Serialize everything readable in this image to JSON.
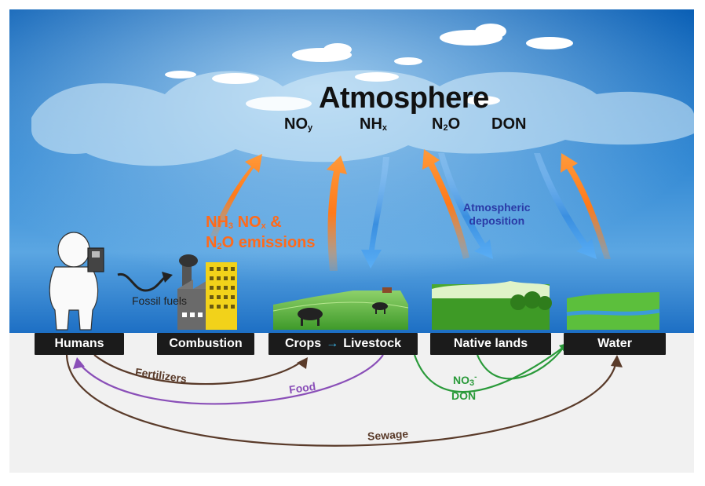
{
  "atmosphere": {
    "title": "Atmosphere",
    "species": [
      "NOy",
      "NHx",
      "N2O",
      "DON"
    ]
  },
  "emissions_label": {
    "line1": "NH3 NOx &",
    "line2": "N2O emissions"
  },
  "deposition_label": {
    "line1": "Atmospheric",
    "line2": "deposition"
  },
  "fossil_label": "Fossil fuels",
  "boxes": {
    "humans": "Humans",
    "combustion": "Combustion",
    "crops": "Crops",
    "livestock": "Livestock",
    "native": "Native lands",
    "water": "Water"
  },
  "flows": {
    "fertilizers": "Fertilizers",
    "food": "Food",
    "sewage": "Sewage",
    "no3": "NO3",
    "don": "DON"
  },
  "colors": {
    "sky_top": "#0b63b8",
    "sky_bottom": "#5aa6e0",
    "emission_arrow": "#ff7a1a",
    "deposition_arrow": "#3a8fe0",
    "fertilizer_arrow": "#5a3b2a",
    "food_arrow": "#8a4fb8",
    "leach_arrow": "#2a9a3a",
    "box_bg": "#1b1b1b"
  }
}
